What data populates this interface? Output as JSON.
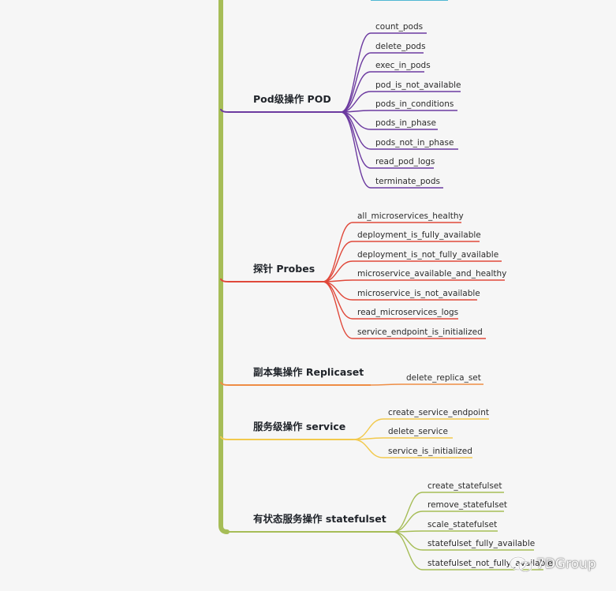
{
  "colors": {
    "trunk": "#a6bd57",
    "top_stub": "#4fb7d3",
    "background": "#f6f6f6"
  },
  "branches": [
    {
      "title": "Pod级操作 POD",
      "color": "#6c3aa0",
      "items": [
        "count_pods",
        "delete_pods",
        "exec_in_pods",
        "pod_is_not_available",
        "pods_in_conditions",
        "pods_in_phase",
        "pods_not_in_phase",
        "read_pod_logs",
        "terminate_pods"
      ]
    },
    {
      "title": "探针 Probes",
      "color": "#e0483a",
      "items": [
        "all_microservices_healthy",
        "deployment_is_fully_available",
        "deployment_is_not_fully_available",
        "microservice_available_and_healthy",
        "microservice_is_not_available",
        "read_microservices_logs",
        "service_endpoint_is_initialized"
      ]
    },
    {
      "title": "副本集操作 Replicaset",
      "color": "#ee8d45",
      "items": [
        "delete_replica_set"
      ]
    },
    {
      "title": "服务级操作 service",
      "color": "#f2c94c",
      "items": [
        "create_service_endpoint",
        "delete_service",
        "service_is_initialized"
      ]
    },
    {
      "title": "有状态服务操作 statefulset",
      "color": "#a6bd57",
      "items": [
        "create_statefulset",
        "remove_statefulset",
        "scale_statefulset",
        "statefulset_fully_available",
        "statefulset_not_fully_available"
      ]
    }
  ],
  "watermark": {
    "icon": "wechat-icon",
    "text": "7DGroup"
  }
}
